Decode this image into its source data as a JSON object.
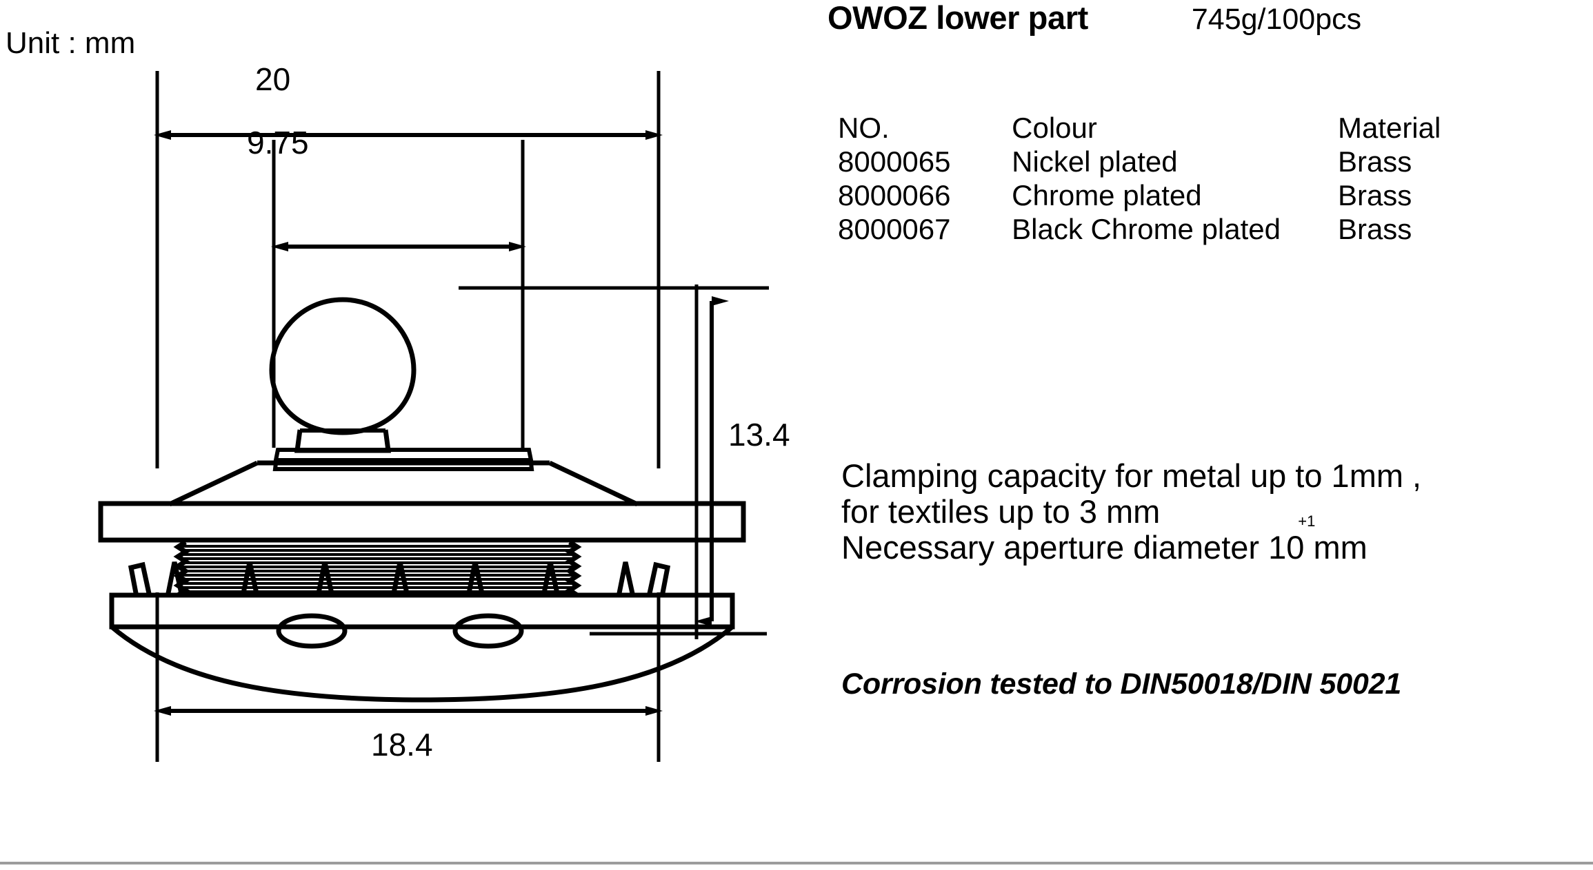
{
  "header": {
    "title": "OWOZ lower part",
    "weight": "745g/100pcs"
  },
  "drawing": {
    "unit_label": "Unit : mm",
    "dimensions": {
      "overall_width": "20",
      "head_width": "9.75",
      "overall_height": "13.4",
      "base_width": "18.4"
    },
    "dimension_names": {
      "overall_width": "dimension-20",
      "head_width": "dimension-9.75",
      "overall_height": "dimension-13.4",
      "base_width": "dimension-18.4"
    }
  },
  "product_table": {
    "headers": [
      "NO.",
      "Colour",
      "Material"
    ],
    "rows": [
      {
        "no": "8000065",
        "colour": "Nickel plated",
        "material": "Brass"
      },
      {
        "no": "8000066",
        "colour": "Chrome plated",
        "material": "Brass"
      },
      {
        "no": "8000067",
        "colour": "Black Chrome plated",
        "material": "Brass"
      }
    ]
  },
  "clamping_notes": {
    "line1": "Clamping capacity for metal up to 1mm ,",
    "line2": "for textiles up to 3 mm",
    "line3_prefix": "Necessary aperture diameter 1",
    "line3_digit": "0",
    "line3_tolerance": "+1",
    "line3_suffix": " mm"
  },
  "corrosion_note": "Corrosion tested to DIN50018/DIN 50021",
  "colors": {
    "ink": "#000000",
    "paper": "#ffffff",
    "rule": "#9c9c9c"
  }
}
